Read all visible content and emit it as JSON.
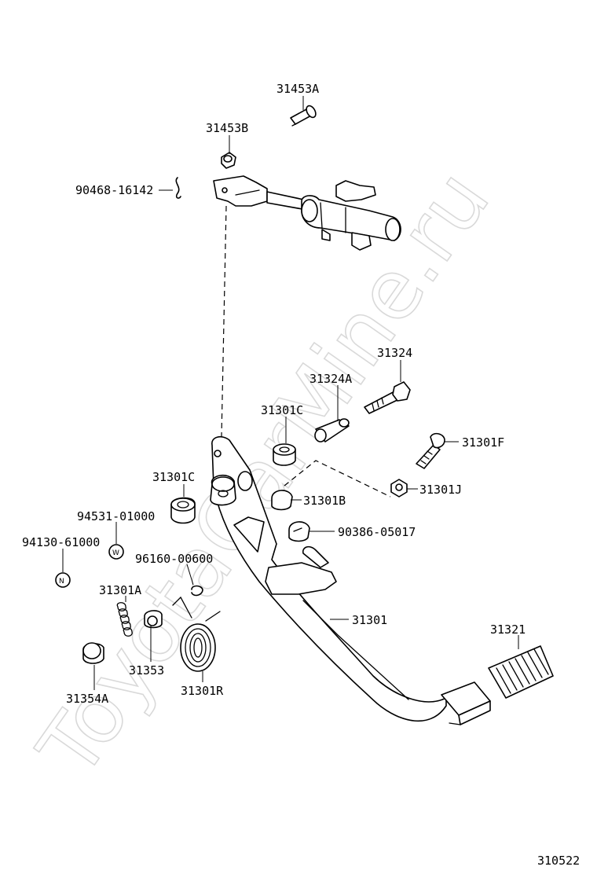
{
  "watermark": "ToyotaCarMine.ru",
  "diagram_id": "310522",
  "callouts": {
    "c31453A": "31453A",
    "c31453B": "31453B",
    "c90468": "90468-16142",
    "c31324": "31324",
    "c31324A": "31324A",
    "c31301C_top": "31301C",
    "c31301F": "31301F",
    "c31301C_left": "31301C",
    "c31301J": "31301J",
    "c31301B": "31301B",
    "c94531": "94531-01000",
    "c90386": "90386-05017",
    "c94130": "94130-61000",
    "c96160": "96160-00600",
    "c31301A": "31301A",
    "c31301": "31301",
    "c31321": "31321",
    "c31353": "31353",
    "c31354A": "31354A",
    "c31301R": "31301R"
  },
  "marks": {
    "washer_w": "W",
    "nut_n": "N"
  }
}
